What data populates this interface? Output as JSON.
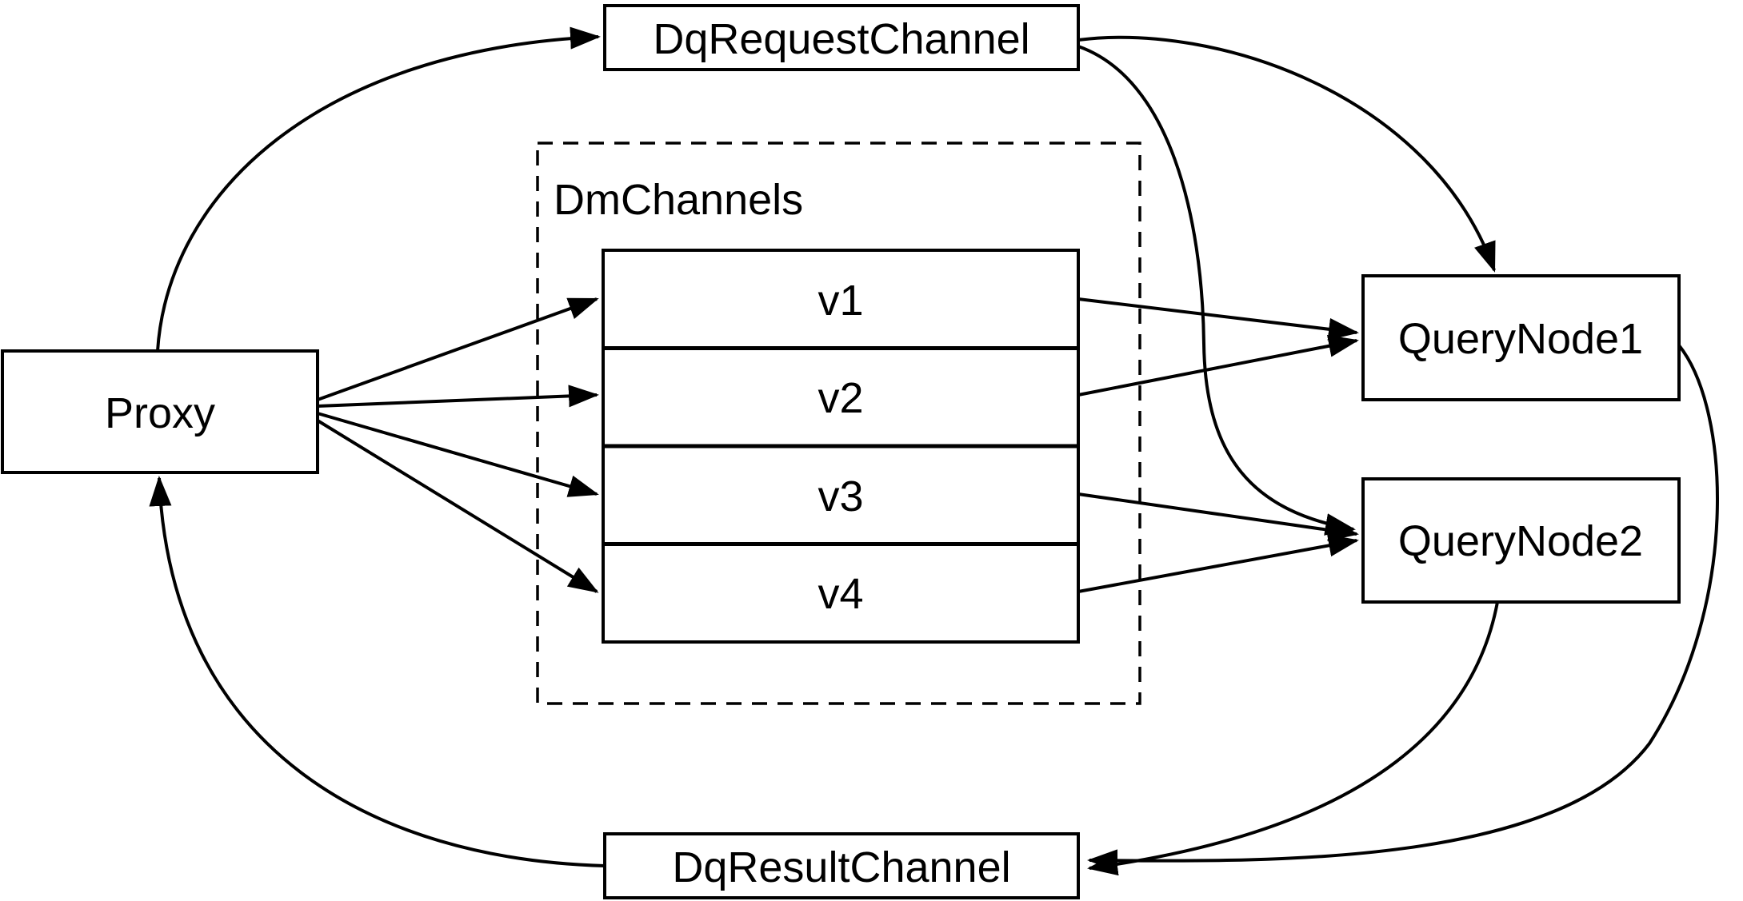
{
  "diagram": {
    "background_color": "#ffffff",
    "line_color": "#000000",
    "nodes": {
      "dq_request_channel": {
        "label": "DqRequestChannel"
      },
      "proxy": {
        "label": "Proxy"
      },
      "dm_channels": {
        "label": "DmChannels",
        "channels": [
          {
            "label": "v1"
          },
          {
            "label": "v2"
          },
          {
            "label": "v3"
          },
          {
            "label": "v4"
          }
        ]
      },
      "query_node_1": {
        "label": "QueryNode1"
      },
      "query_node_2": {
        "label": "QueryNode2"
      },
      "dq_result_channel": {
        "label": "DqResultChannel"
      }
    },
    "edges": [
      {
        "from": "proxy",
        "to": "dq_request_channel"
      },
      {
        "from": "dq_request_channel",
        "to": "query_node_1"
      },
      {
        "from": "dq_request_channel",
        "to": "query_node_2"
      },
      {
        "from": "proxy",
        "to": "v1"
      },
      {
        "from": "proxy",
        "to": "v2"
      },
      {
        "from": "proxy",
        "to": "v3"
      },
      {
        "from": "proxy",
        "to": "v4"
      },
      {
        "from": "v1",
        "to": "query_node_1"
      },
      {
        "from": "v2",
        "to": "query_node_1"
      },
      {
        "from": "v3",
        "to": "query_node_2"
      },
      {
        "from": "v4",
        "to": "query_node_2"
      },
      {
        "from": "query_node_1",
        "to": "dq_result_channel"
      },
      {
        "from": "query_node_2",
        "to": "dq_result_channel"
      },
      {
        "from": "dq_result_channel",
        "to": "proxy"
      }
    ]
  }
}
